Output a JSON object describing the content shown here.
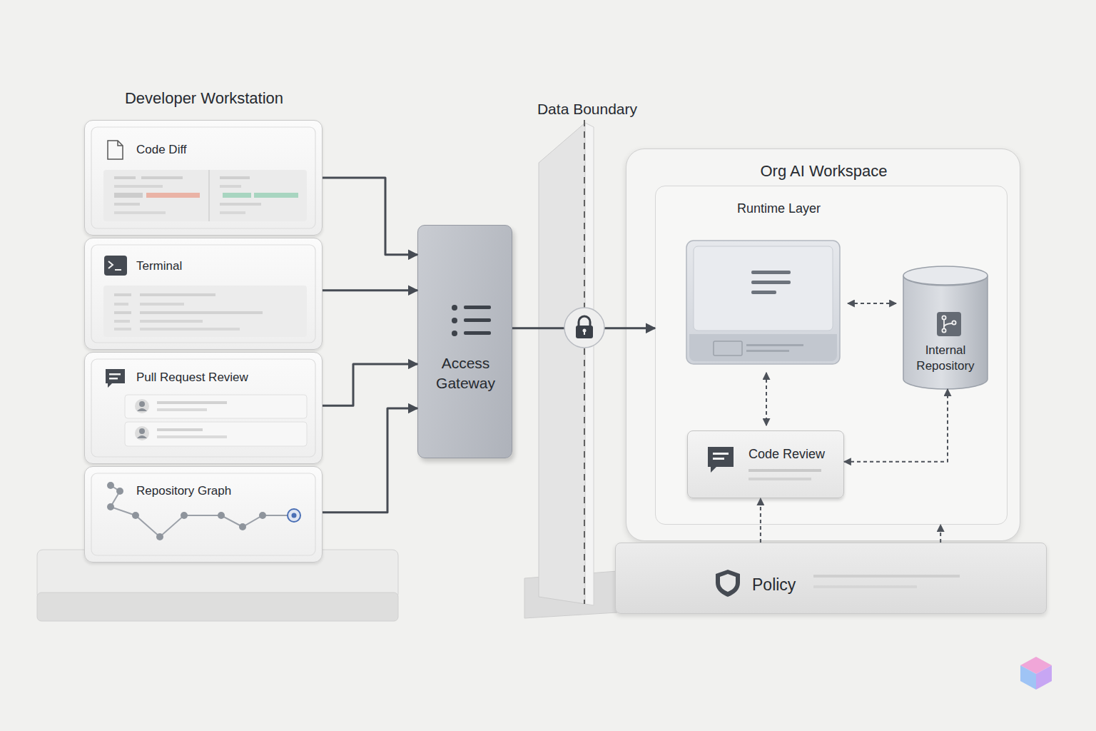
{
  "diagram": {
    "nodes": [
      {
        "text": [
          "Developer Workstation"
        ]
      },
      {
        "text": [
          "Code Diff"
        ],
        "in": 0
      },
      {
        "text": [
          "Terminal"
        ],
        "in": 0
      },
      {
        "text": [
          "Pull Request Review"
        ],
        "in": 0
      },
      {
        "text": [
          "Repository Graph"
        ],
        "in": 0
      },
      {
        "text": [
          "Access Gateway"
        ]
      },
      {
        "text": [
          "Data Boundary"
        ]
      },
      {
        "text": [
          "Org AI Workspace"
        ]
      },
      {
        "text": [
          "Runtime Layer"
        ],
        "in": 7
      },
      {
        "text": [
          "Internal Repository"
        ],
        "in": 8
      },
      {
        "text": [
          "Code Review"
        ],
        "in": 8
      },
      {
        "text": [
          "Policy"
        ]
      }
    ],
    "edges": [
      {
        "from": 1,
        "to": 5,
        "arrow": "to"
      },
      {
        "from": 2,
        "to": 5,
        "arrow": "to"
      },
      {
        "from": 3,
        "to": 5,
        "arrow": "to"
      },
      {
        "from": 4,
        "to": 5,
        "arrow": "to"
      },
      {
        "from": 5,
        "to": 8,
        "arrow": "to"
      },
      {
        "from": 10,
        "to": 9,
        "arrow": "both"
      },
      {
        "from": 11,
        "to": 10,
        "arrow": "to"
      },
      {
        "from": 11,
        "to": 8,
        "arrow": "to"
      }
    ]
  }
}
